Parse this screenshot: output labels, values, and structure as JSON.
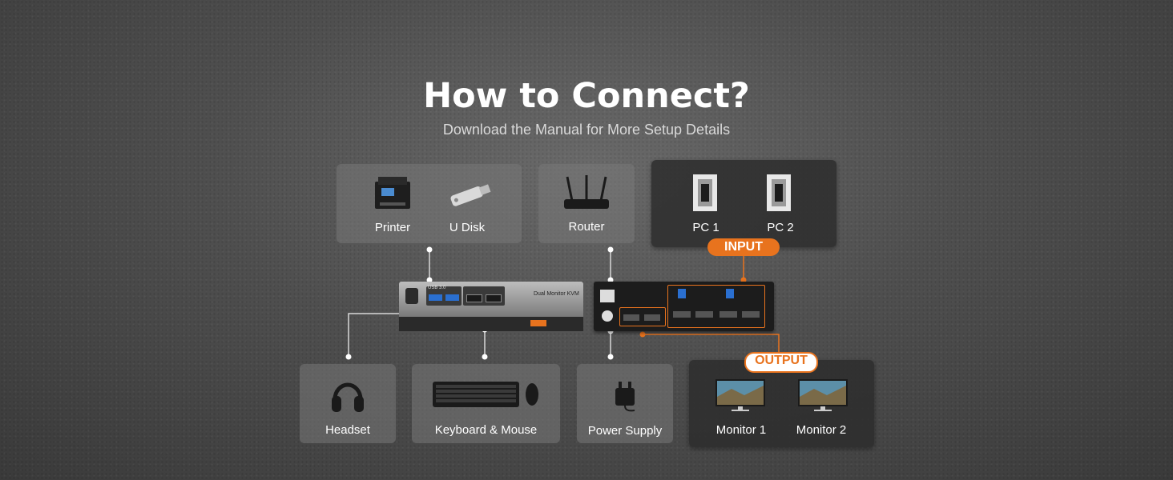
{
  "header": {
    "title": "How to Connect?",
    "subtitle": "Download the Manual for More Setup Details"
  },
  "peripherals": {
    "printer": "Printer",
    "udisk": "U Disk",
    "router": "Router",
    "pc1": "PC 1",
    "pc2": "PC 2",
    "headset": "Headset",
    "keyboard_mouse": "Keyboard & Mouse",
    "power_supply": "Power Supply",
    "monitor1": "Monitor 1",
    "monitor2": "Monitor 2"
  },
  "badges": {
    "input": "INPUT",
    "output": "OUTPUT"
  },
  "device": {
    "front_label": "Dual Monitor KVM",
    "usb_label": "USB 3.0"
  },
  "colors": {
    "accent": "#e8731e",
    "card": "#7a7a7a",
    "card_dark": "#2d2d2d"
  }
}
